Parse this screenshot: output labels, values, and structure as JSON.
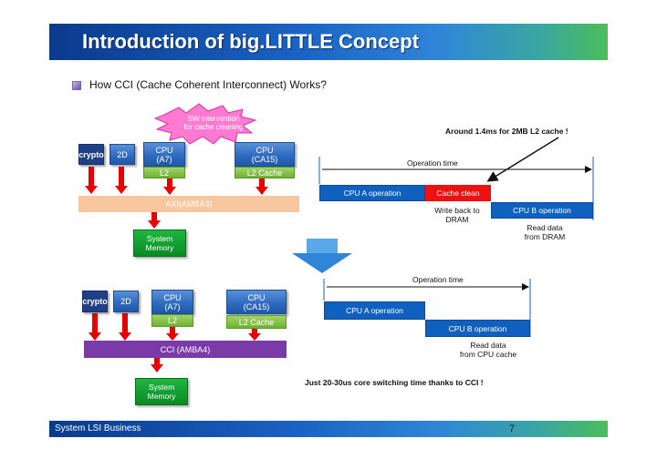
{
  "title": "Introduction of big.LITTLE Concept",
  "subtitle": "How CCI (Cache Coherent Interconnect) Works?",
  "top_diagram": {
    "sw_burst": "SW intervention for cache cleaning",
    "sw_burst_line1": "SW intervention",
    "sw_burst_line2": "for cache cleaning",
    "crypto": "crypto",
    "two_d": "2D",
    "cpu_a7_line1": "CPU",
    "cpu_a7_line2": "(A7)",
    "l2": "L2",
    "cpu_ca15_line1": "CPU",
    "cpu_ca15_line2": "(CA15)",
    "l2_cache": "L2 Cache",
    "bus": "AXI(AMBA3)",
    "memory_line1": "System",
    "memory_line2": "Memory"
  },
  "top_timeline": {
    "callout": "Around 1.4ms for 2MB L2 cache !",
    "operation_time": "Operation time",
    "cpu_a_operation": "CPU A operation",
    "cache_clean": "Cache clean",
    "cpu_b_operation": "CPU B operation",
    "write_back_line1": "Write back to",
    "write_back_line2": "DRAM",
    "read_data_line1": "Read data",
    "read_data_line2": "from DRAM"
  },
  "bottom_diagram": {
    "crypto": "crypto",
    "two_d": "2D",
    "cpu_a7_line1": "CPU",
    "cpu_a7_line2": "(A7)",
    "l2": "L2",
    "cpu_ca15_line1": "CPU",
    "cpu_ca15_line2": "(CA15)",
    "l2_cache": "L2 Cache",
    "bus": "CCI (AMBA4)",
    "memory_line1": "System",
    "memory_line2": "Memory"
  },
  "bottom_timeline": {
    "operation_time": "Operation time",
    "cpu_a_operation": "CPU A operation",
    "cpu_b_operation": "CPU B operation",
    "read_data_line1": "Read data",
    "read_data_line2": "from CPU cache",
    "conclusion": "Just 20-30us core switching time thanks to CCI !"
  },
  "footer": {
    "brand": "System LSI Business",
    "page_number": "7"
  },
  "colors": {
    "title_blue": "#0a3a8c",
    "block_blue": "#2f6cc0",
    "cache_green": "#6fb233",
    "memory_green": "#0a8a25",
    "axi_bus": "#f9c79f",
    "cci_bus": "#7a3aa8",
    "arrow_red": "#e60000",
    "cache_clean_red": "#ee1111",
    "timeline_blue": "#1060c0"
  }
}
